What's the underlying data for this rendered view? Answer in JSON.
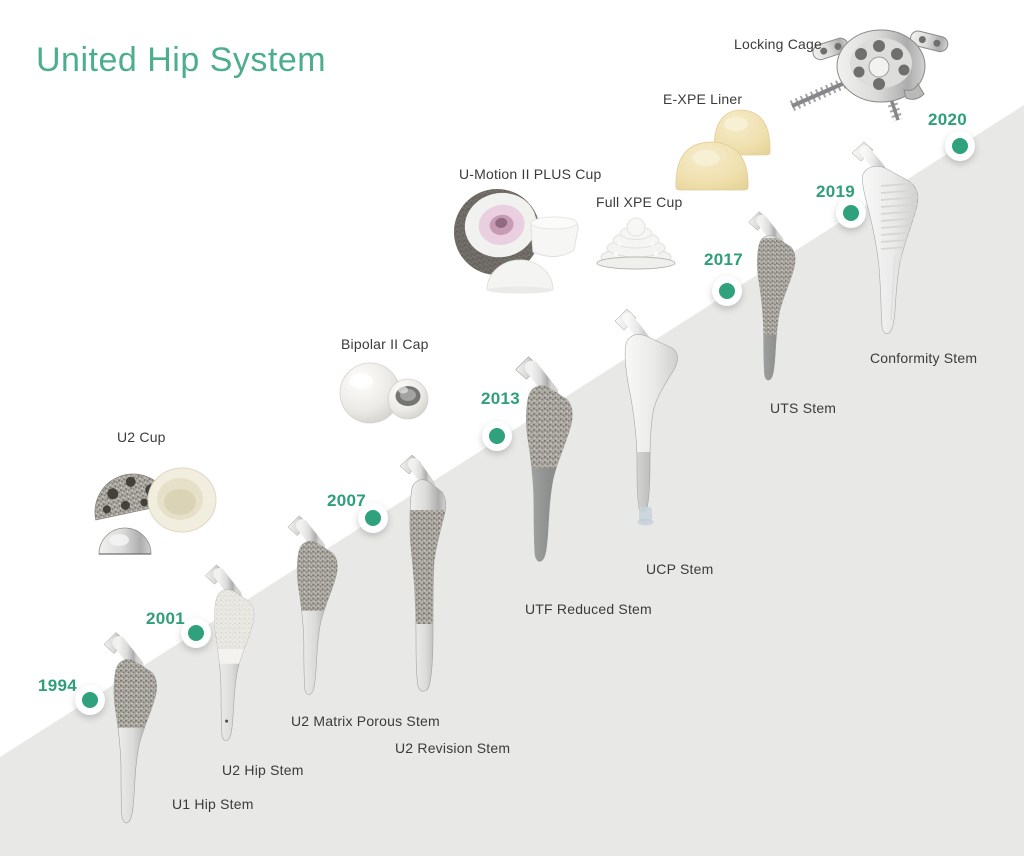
{
  "title": "United Hip System",
  "colors": {
    "title_green": "#4CAE8C",
    "year_green": "#2E9F78",
    "dot_green": "#2FA27D",
    "label_gray": "#3B3B3A",
    "slope_gray": "#E8E8E6"
  },
  "timeline": {
    "years": [
      {
        "label": "1994"
      },
      {
        "label": "2001"
      },
      {
        "label": "2007"
      },
      {
        "label": "2013"
      },
      {
        "label": "2017"
      },
      {
        "label": "2019"
      },
      {
        "label": "2020"
      }
    ]
  },
  "products": [
    {
      "label": "U2 Cup",
      "icon": "u2-cup-image"
    },
    {
      "label": "Bipolar II Cap",
      "icon": "bipolar-ii-cap-image"
    },
    {
      "label": "U-Motion II PLUS Cup",
      "icon": "u-motion-ii-plus-cup-image"
    },
    {
      "label": "Full XPE Cup",
      "icon": "full-xpe-cup-image"
    },
    {
      "label": "E-XPE Liner",
      "icon": "e-xpe-liner-image"
    },
    {
      "label": "Locking Cage",
      "icon": "locking-cage-image"
    },
    {
      "label": "U1 Hip Stem",
      "icon": "u1-hip-stem-image"
    },
    {
      "label": "U2 Hip Stem",
      "icon": "u2-hip-stem-image"
    },
    {
      "label": "U2 Matrix Porous Stem",
      "icon": "u2-matrix-porous-stem-image"
    },
    {
      "label": "U2 Revision Stem",
      "icon": "u2-revision-stem-image"
    },
    {
      "label": "UTF Reduced Stem",
      "icon": "utf-reduced-stem-image"
    },
    {
      "label": "UCP Stem",
      "icon": "ucp-stem-image"
    },
    {
      "label": "UTS Stem",
      "icon": "uts-stem-image"
    },
    {
      "label": "Conformity Stem",
      "icon": "conformity-stem-image"
    }
  ]
}
